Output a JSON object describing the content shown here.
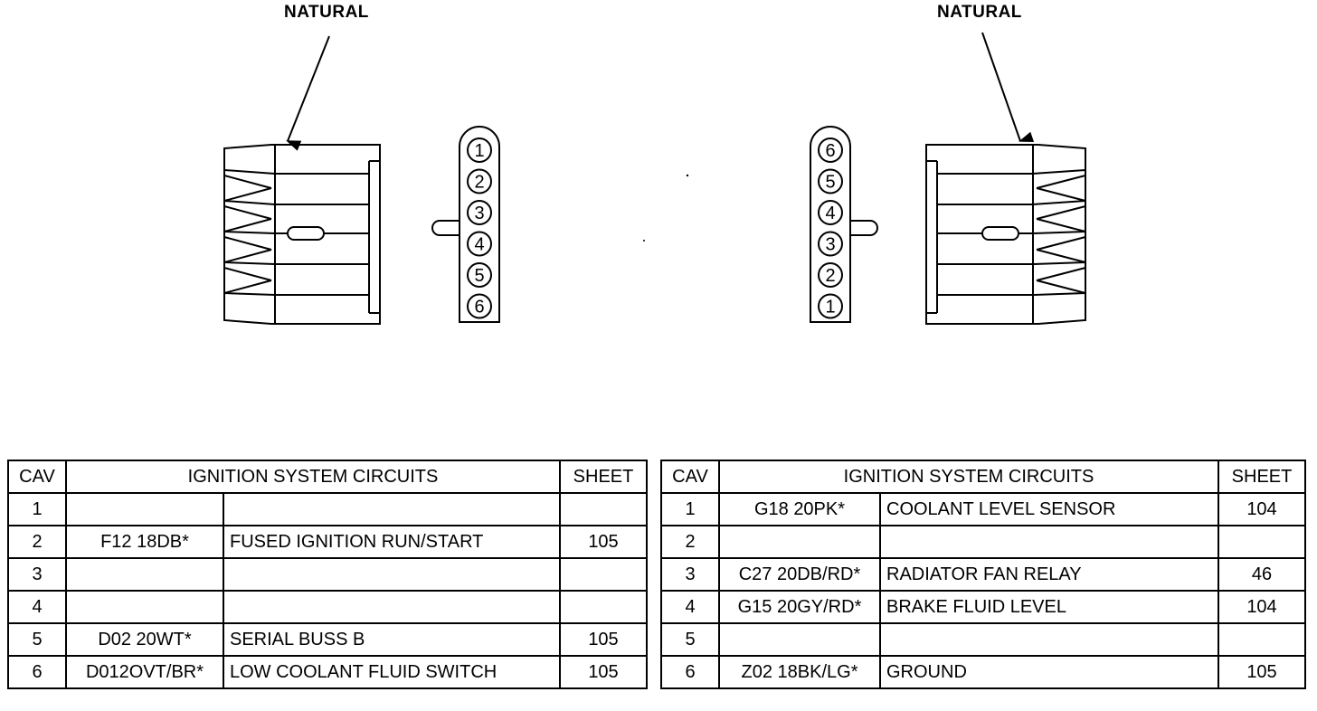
{
  "connectors": [
    {
      "callout": "NATURAL",
      "pin_order": [
        "1",
        "2",
        "3",
        "4",
        "5",
        "6"
      ]
    },
    {
      "callout": "NATURAL",
      "pin_order": [
        "6",
        "5",
        "4",
        "3",
        "2",
        "1"
      ]
    }
  ],
  "tables": [
    {
      "headers": {
        "cav": "CAV",
        "circuits": "IGNITION SYSTEM CIRCUITS",
        "sheet": "SHEET"
      },
      "rows": [
        {
          "cav": "1",
          "wire": "",
          "desc": "",
          "sheet": ""
        },
        {
          "cav": "2",
          "wire": "F12 18DB*",
          "desc": "FUSED IGNITION RUN/START",
          "sheet": "105"
        },
        {
          "cav": "3",
          "wire": "",
          "desc": "",
          "sheet": ""
        },
        {
          "cav": "4",
          "wire": "",
          "desc": "",
          "sheet": ""
        },
        {
          "cav": "5",
          "wire": "D02 20WT*",
          "desc": "SERIAL BUSS B",
          "sheet": "105"
        },
        {
          "cav": "6",
          "wire": "D012OVT/BR*",
          "desc": "LOW COOLANT FLUID SWITCH",
          "sheet": "105"
        }
      ]
    },
    {
      "headers": {
        "cav": "CAV",
        "circuits": "IGNITION SYSTEM CIRCUITS",
        "sheet": "SHEET"
      },
      "rows": [
        {
          "cav": "1",
          "wire": "G18 20PK*",
          "desc": "COOLANT LEVEL SENSOR",
          "sheet": "104"
        },
        {
          "cav": "2",
          "wire": "",
          "desc": "",
          "sheet": ""
        },
        {
          "cav": "3",
          "wire": "C27 20DB/RD*",
          "desc": "RADIATOR FAN RELAY",
          "sheet": "46"
        },
        {
          "cav": "4",
          "wire": "G15 20GY/RD*",
          "desc": "BRAKE FLUID LEVEL",
          "sheet": "104"
        },
        {
          "cav": "5",
          "wire": "",
          "desc": "",
          "sheet": ""
        },
        {
          "cav": "6",
          "wire": "Z02 18BK/LG*",
          "desc": "GROUND",
          "sheet": "105"
        }
      ]
    }
  ]
}
